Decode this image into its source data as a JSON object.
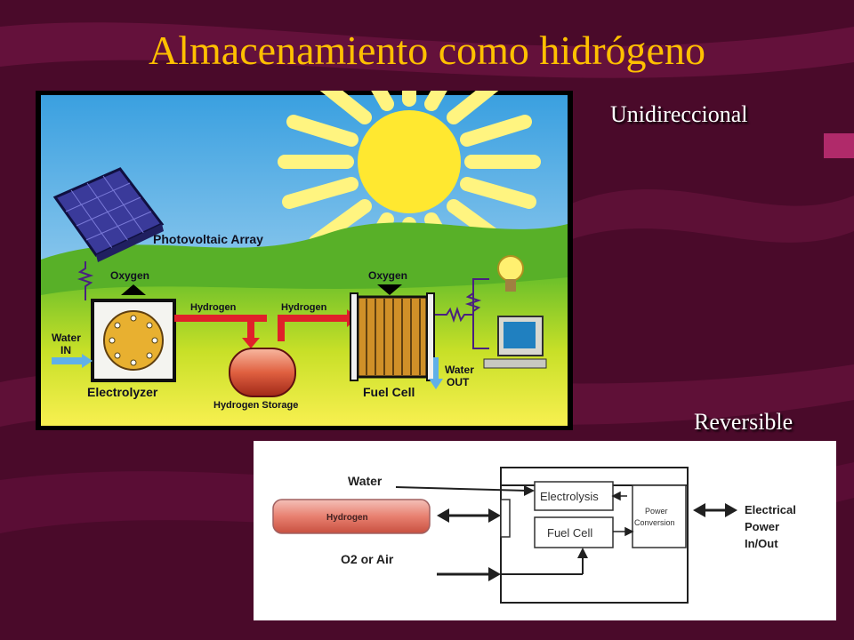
{
  "slide": {
    "title": "Almacenamiento como hidrógeno",
    "label_unidirectional": "Unidireccional",
    "label_reversible": "Reversible"
  },
  "colors": {
    "background": "#4a0a2a",
    "title": "#ffc000",
    "label": "#ffffff",
    "hydrogen_pipe": "#e0202a",
    "oxygen_arrow": "#000000"
  },
  "unidirectional_diagram": {
    "photovoltaic": "Photovoltaic Array",
    "oxygen_left": "Oxygen",
    "oxygen_right": "Oxygen",
    "hydrogen_left": "Hydrogen",
    "hydrogen_right": "Hydrogen",
    "water_in_1": "Water",
    "water_in_2": "IN",
    "electrolyzer": "Electrolyzer",
    "hydrogen_storage": "Hydrogen Storage",
    "fuel_cell": "Fuel Cell",
    "water_out_1": "Water",
    "water_out_2": "OUT"
  },
  "reversible_diagram": {
    "water": "Water",
    "hydrogen": "Hydrogen",
    "o2_air": "O2 or Air",
    "electrolysis": "Electrolysis",
    "fuel_cell": "Fuel Cell",
    "power_conversion_1": "Power",
    "power_conversion_2": "Conversion",
    "electrical_1": "Electrical",
    "electrical_2": "Power",
    "electrical_3": "In/Out"
  }
}
